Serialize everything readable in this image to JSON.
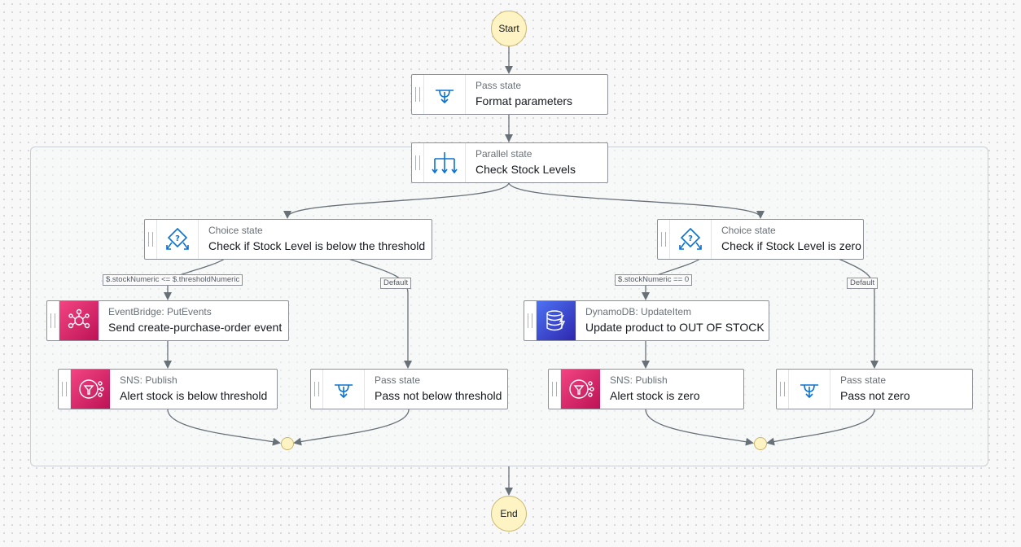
{
  "colors": {
    "edge": "#687078",
    "terminal_fill": "#fdf3c3",
    "icon_blue": "#0972d3",
    "service_pink": "#e7157b",
    "service_blue": "#3334b9"
  },
  "start_label": "Start",
  "end_label": "End",
  "states": {
    "format_parameters": {
      "type": "Pass state",
      "name": "Format parameters",
      "icon": "pass-icon"
    },
    "check_stock_levels": {
      "type": "Parallel state",
      "name": "Check Stock Levels",
      "icon": "parallel-icon"
    },
    "choice_threshold": {
      "type": "Choice state",
      "name": "Check if Stock Level is below the threshold",
      "icon": "choice-icon"
    },
    "choice_zero": {
      "type": "Choice state",
      "name": "Check if Stock Level is zero",
      "icon": "choice-icon"
    },
    "send_event": {
      "type": "EventBridge: PutEvents",
      "name": "Send create-purchase-order event",
      "icon": "eventbridge-icon"
    },
    "update_product": {
      "type": "DynamoDB: UpdateItem",
      "name": "Update product to OUT OF STOCK",
      "icon": "dynamodb-icon"
    },
    "alert_threshold": {
      "type": "SNS: Publish",
      "name": "Alert stock is below threshold",
      "icon": "sns-icon"
    },
    "pass_not_below": {
      "type": "Pass state",
      "name": "Pass not below threshold",
      "icon": "pass-icon"
    },
    "alert_zero": {
      "type": "SNS: Publish",
      "name": "Alert stock is zero",
      "icon": "sns-icon"
    },
    "pass_not_zero": {
      "type": "Pass state",
      "name": "Pass not zero",
      "icon": "pass-icon"
    }
  },
  "rules": {
    "threshold_rule": "$.stockNumeric <= $.thresholdNumeric",
    "threshold_default": "Default",
    "zero_rule": "$.stockNumeric == 0",
    "zero_default": "Default"
  }
}
